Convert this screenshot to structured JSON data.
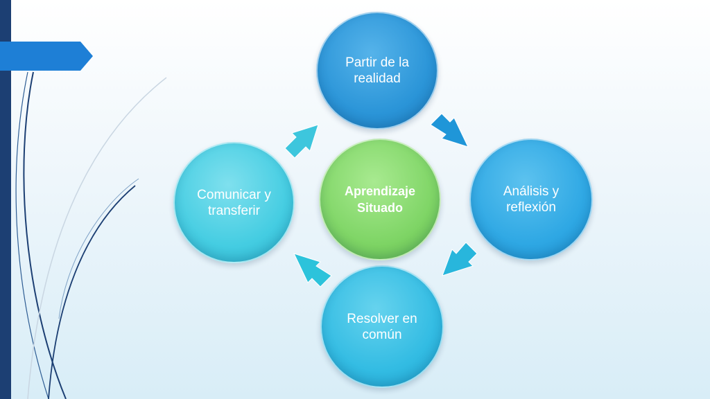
{
  "diagram": {
    "center": "Aprendizaje Situado",
    "nodes": {
      "top": "Partir de la realidad",
      "right": "Análisis y reflexión",
      "bottom": "Resolver en común",
      "left": "Comunicar y transferir"
    }
  },
  "colors": {
    "sidebar": "#1c3f73",
    "tab": "#1e7fd6",
    "center": "#7fd566",
    "arrow_blue": "#1f96d8",
    "arrow_cyan": "#2cc3db"
  }
}
